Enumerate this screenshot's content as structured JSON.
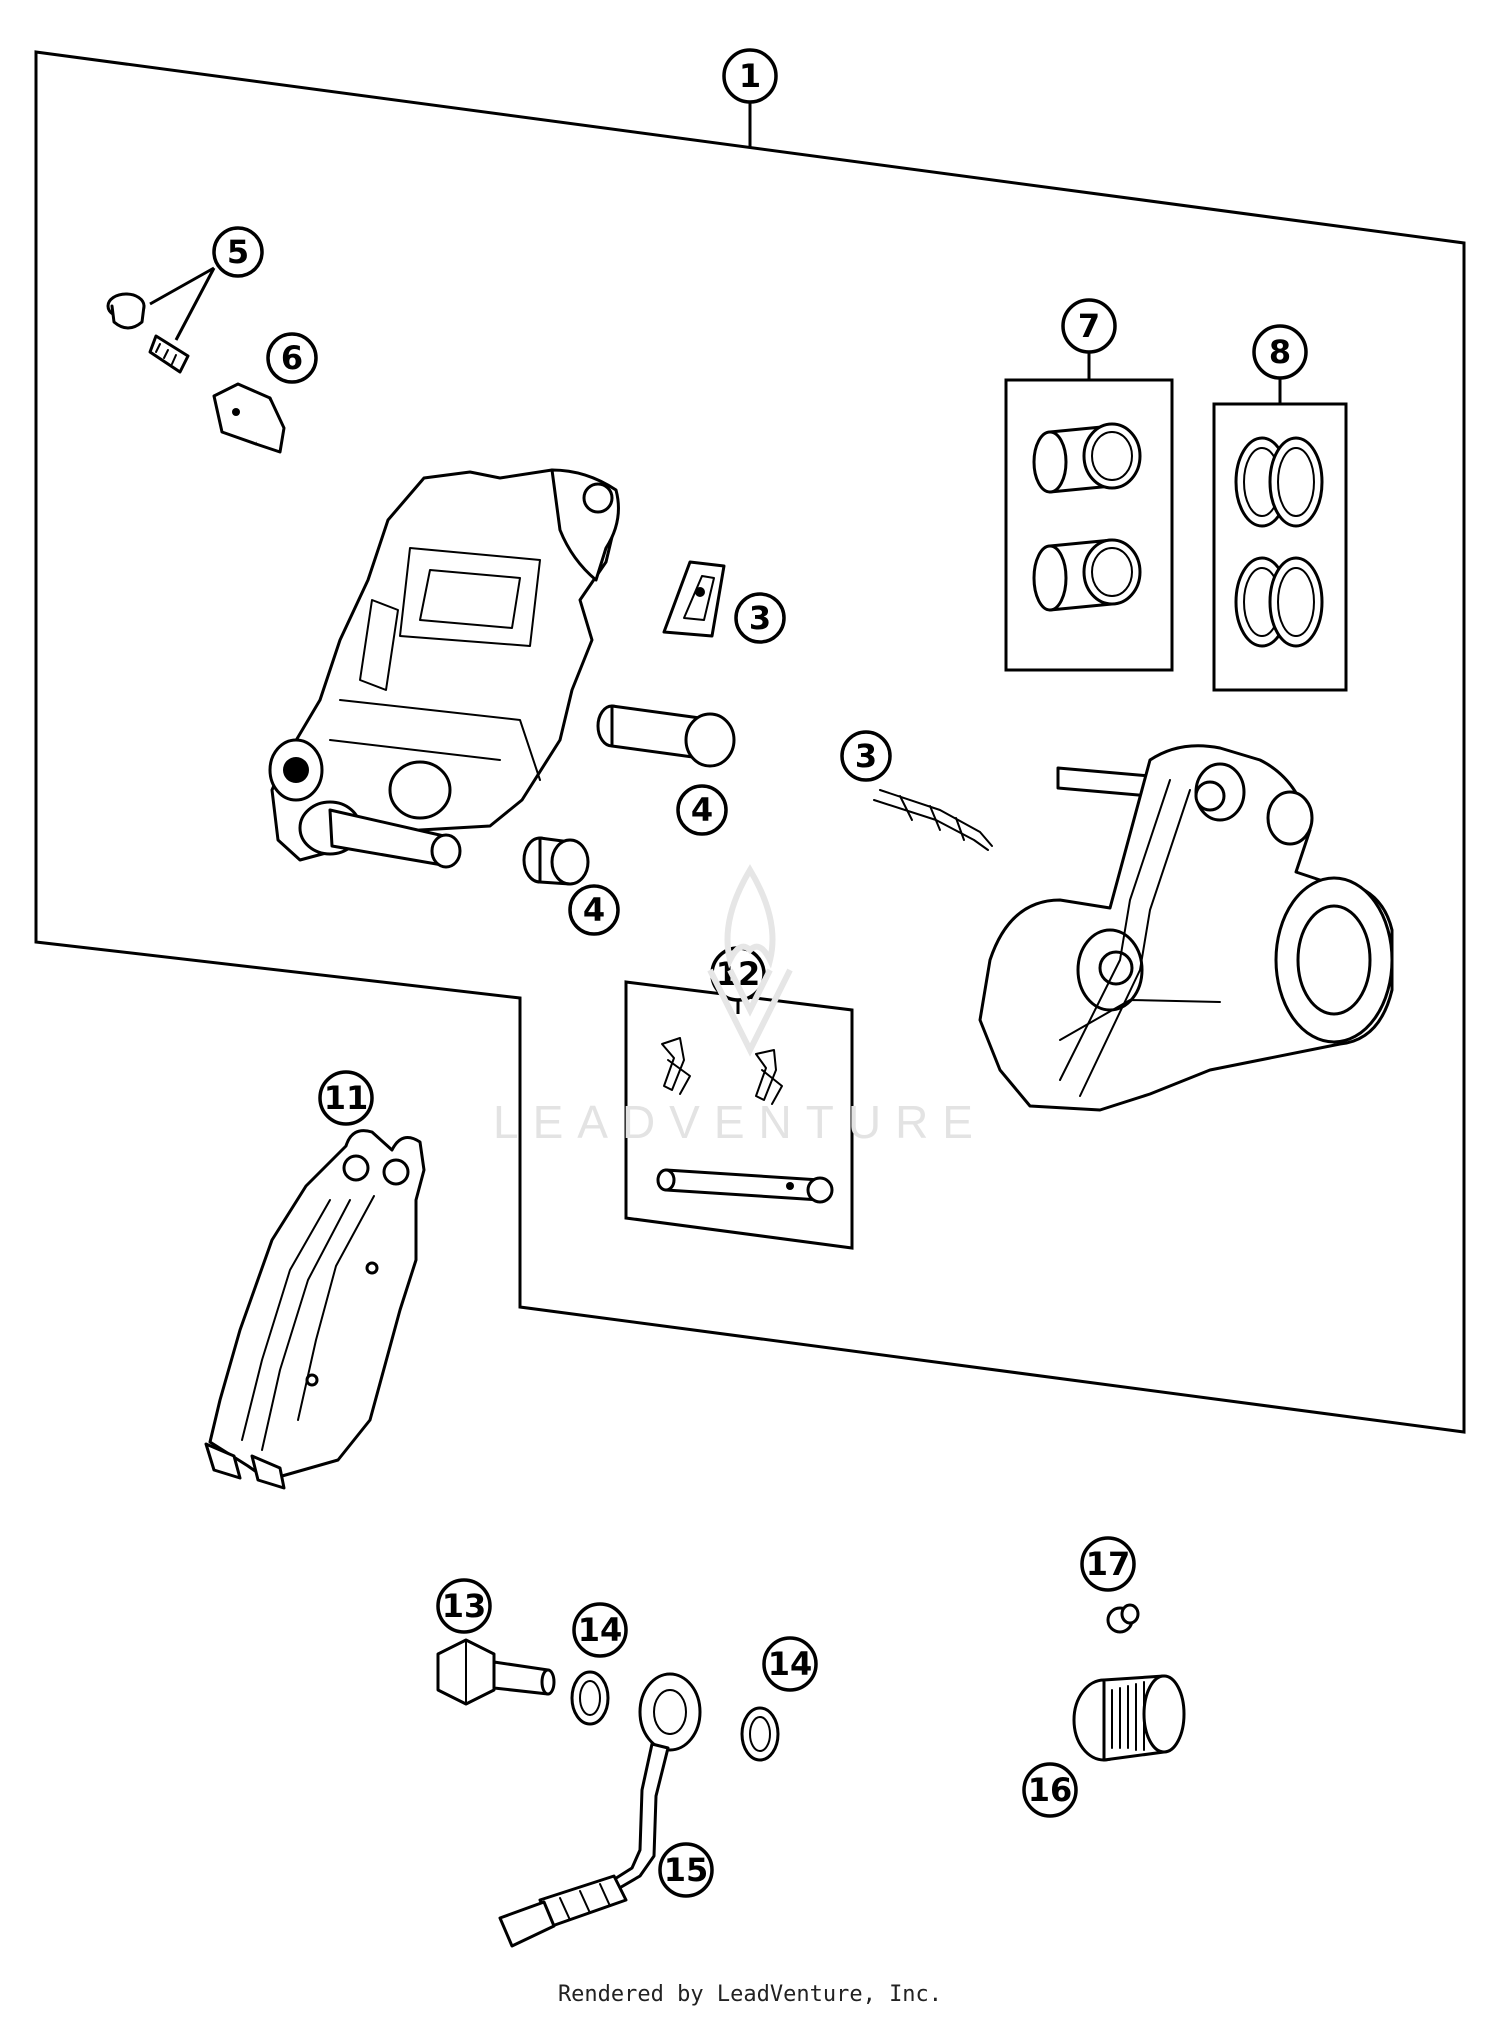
{
  "diagram": {
    "callouts": [
      {
        "id": "c1",
        "label": "1"
      },
      {
        "id": "c3a",
        "label": "3"
      },
      {
        "id": "c3b",
        "label": "3"
      },
      {
        "id": "c4a",
        "label": "4"
      },
      {
        "id": "c4b",
        "label": "4"
      },
      {
        "id": "c5",
        "label": "5"
      },
      {
        "id": "c6",
        "label": "6"
      },
      {
        "id": "c7",
        "label": "7"
      },
      {
        "id": "c8",
        "label": "8"
      },
      {
        "id": "c11",
        "label": "11"
      },
      {
        "id": "c12",
        "label": "12"
      },
      {
        "id": "c13",
        "label": "13"
      },
      {
        "id": "c14a",
        "label": "14"
      },
      {
        "id": "c14b",
        "label": "14"
      },
      {
        "id": "c15",
        "label": "15"
      },
      {
        "id": "c16",
        "label": "16"
      },
      {
        "id": "c17",
        "label": "17"
      }
    ]
  },
  "watermark": "LEADVENTURE",
  "footer": "Rendered by LeadVenture, Inc."
}
